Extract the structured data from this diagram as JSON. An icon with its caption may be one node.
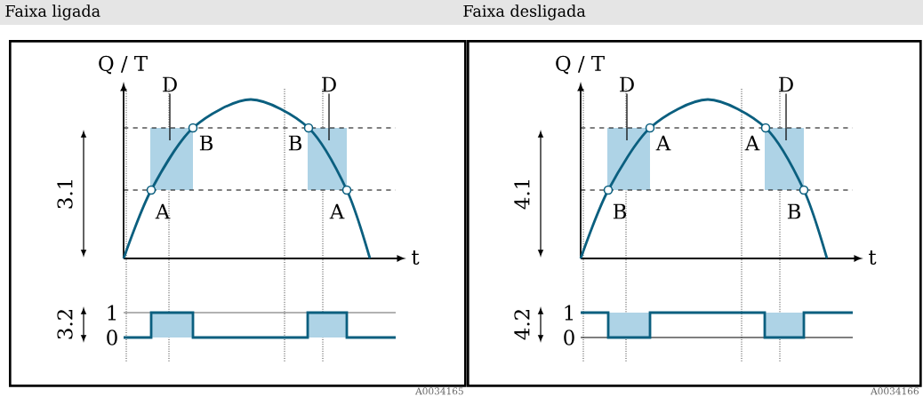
{
  "diagram": {
    "nodes": [
      {
        "text": [
          "Faixa ligada"
        ],
        "beside": [
          "A0034165"
        ]
      },
      {
        "text": [
          "Faixa desligada"
        ],
        "beside": [
          "A0034166"
        ]
      },
      {
        "text": [
          "D"
        ],
        "in": 0
      },
      {
        "text": [
          "D"
        ],
        "in": 0
      },
      {
        "text": [
          "D"
        ],
        "in": 1
      },
      {
        "text": [
          "D"
        ],
        "in": 1
      }
    ],
    "edges": [
      {
        "from": 2,
        "to": null,
        "arrow": "none"
      },
      {
        "from": 3,
        "to": null,
        "arrow": "none"
      },
      {
        "from": 4,
        "to": null,
        "arrow": "none"
      },
      {
        "from": 5,
        "to": null,
        "arrow": "none"
      }
    ],
    "labels": [
      "Q / T",
      "B",
      "B",
      "3.1",
      "A",
      "A",
      "t",
      "1",
      "3.2",
      "0",
      "Q / T",
      "A",
      "A",
      "4.1",
      "B",
      "B",
      "t",
      "1",
      "4.2",
      "0"
    ]
  }
}
